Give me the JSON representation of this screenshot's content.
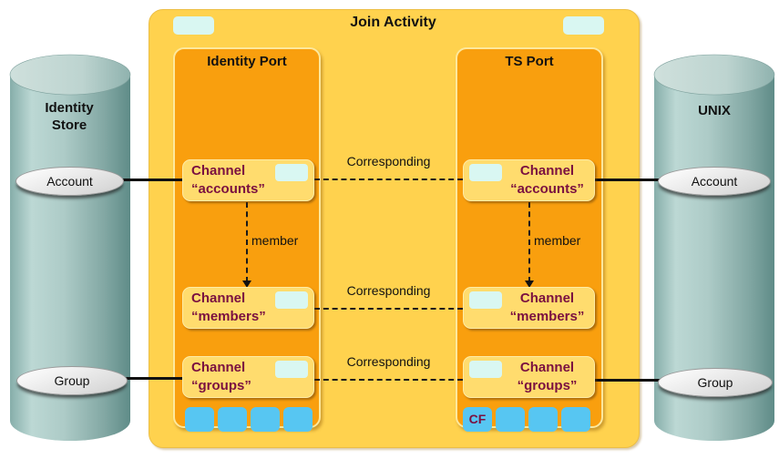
{
  "join_activity": {
    "title": "Join Activity",
    "ports": [
      {
        "title": "Identity Port",
        "channels": [
          {
            "line1": "Channel",
            "line2": "“accounts”"
          },
          {
            "line1": "Channel",
            "line2": "“members”"
          },
          {
            "line1": "Channel",
            "line2": "“groups”"
          }
        ]
      },
      {
        "title": "TS Port",
        "channels": [
          {
            "line1": "Channel",
            "line2": "“accounts”"
          },
          {
            "line1": "Channel",
            "line2": "“members”"
          },
          {
            "line1": "Channel",
            "line2": "“groups”"
          }
        ],
        "cf_label": "CF"
      }
    ]
  },
  "labels": {
    "corresponding": "Corresponding",
    "member": "member"
  },
  "stores": {
    "left": {
      "name_line1": "Identity",
      "name_line2": "Store",
      "entities": [
        "Account",
        "Group"
      ]
    },
    "right": {
      "name": "UNIX",
      "entities": [
        "Account",
        "Group"
      ]
    }
  },
  "colors": {
    "outer_box": "#FFD24E",
    "port_box": "#F99F0E",
    "channel_box": "#FFDC6E",
    "channel_text": "#7A1040",
    "tab_cyan": "#D9F7F2",
    "connector_blue": "#57C6F2",
    "cylinder_teal": "#A7C6C2",
    "ellipse_gray": "#E8E8E8"
  }
}
